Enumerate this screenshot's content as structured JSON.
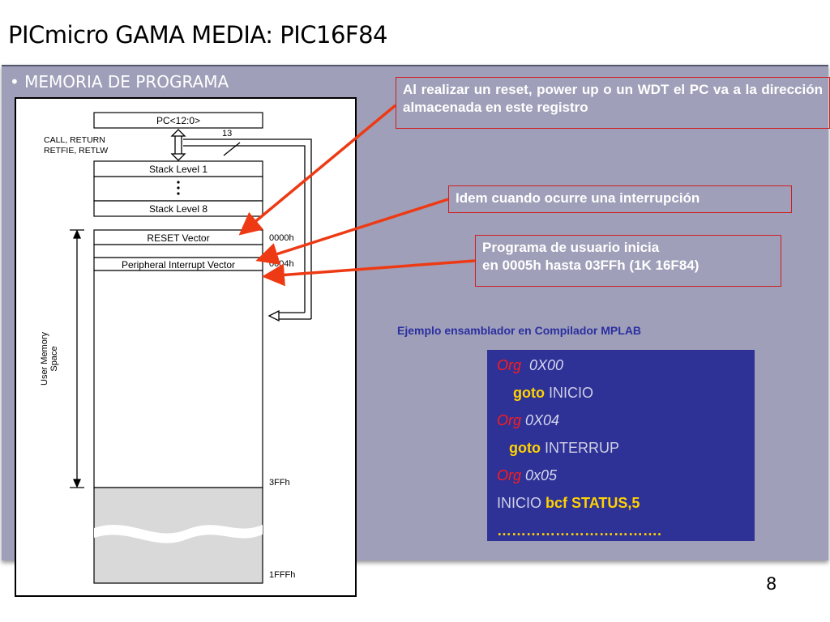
{
  "slide": {
    "title": "PICmicro GAMA MEDIA: PIC16F84",
    "bullet": "• MEMORIA DE PROGRAMA",
    "page_number": "8"
  },
  "diagram": {
    "pc_label": "PC<12:0>",
    "bus_width": "13",
    "call_label_1": "CALL, RETURN",
    "call_label_2": "RETFIE, RETLW",
    "stack_level_1": "Stack Level 1",
    "stack_dots": "•",
    "stack_level_8": "Stack Level 8",
    "reset_vector": "RESET Vector",
    "reset_address": "0000h",
    "interrupt_vector": "Peripheral Interrupt Vector",
    "interrupt_address": "0004h",
    "memory_space_label_1": "User Memory",
    "memory_space_label_2": "Space",
    "end_address": "3FFh",
    "wrap_address": "1FFFh"
  },
  "notes": {
    "reset_note": "Al realizar un reset, power up o un WDT el PC va a la dirección almacenada en este registro",
    "interrupt_note": "Idem cuando ocurre una interrupción",
    "user_program_line1": "Programa de usuario inicia",
    "user_program_line2": "en 0005h hasta 03FFh (1K 16F84)"
  },
  "code_example": {
    "caption": "Ejemplo ensamblador en Compilador MPLAB",
    "line1_kw": "Org",
    "line1_val": "0X00",
    "line2_kw": "goto",
    "line2_val": "INICIO",
    "line3_kw": "Org",
    "line3_val": "0X04",
    "line4_kw": "goto",
    "line4_val": "INTERRUP",
    "line5_kw": "Org",
    "line5_val": "0x05",
    "line6_label": "INICIO",
    "line6_kw": "bcf STATUS,5",
    "line7": "……………………………."
  },
  "colors": {
    "panel": "#9f9fb9",
    "code_background": "#2e3196",
    "arrow": "#ee3a14",
    "keyword_red": "#ff1c1c",
    "keyword_yellow": "#ffd200"
  }
}
